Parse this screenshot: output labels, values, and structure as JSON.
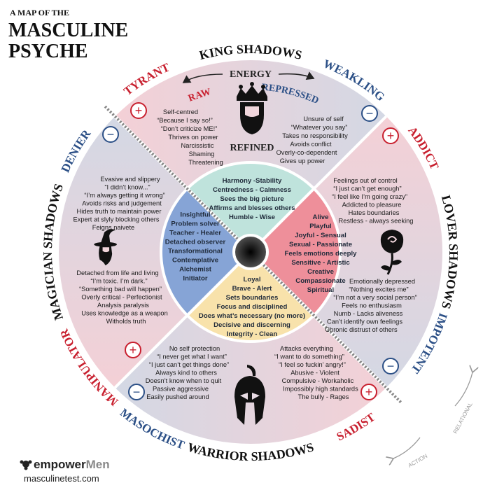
{
  "title": {
    "line1": "A MAP OF THE",
    "line2": "MASCULINE",
    "line3": "PSYCHE"
  },
  "colors": {
    "plus_red": "#c8202f",
    "minus_blue": "#2b4f86",
    "king_core": "#bfe3dc",
    "lover_core": "#ee8f9a",
    "warrior_core": "#f8e2ab",
    "magician_core": "#86a4d6",
    "pink": "#f3d2d8",
    "bluegray": "#d3d8e4"
  },
  "king": {
    "heading": "KING SHADOWS",
    "plus_label": "TYRANT",
    "minus_label": "WEAKLING",
    "energy": "ENERGY",
    "raw": "RAW",
    "repressed": "REPRESSED",
    "refined": "REFINED",
    "icon": "crowned-head-icon",
    "plus_items": [
      "Self-centred",
      "“Because I say so!”",
      "“Don’t criticize ME!”",
      "Thrives on power",
      "Narcissistic",
      "Shaming",
      "Threatening"
    ],
    "minus_items": [
      "Unsure of self",
      "“Whatever you say”",
      "Takes no responsibility",
      "Avoids conflict",
      "Overly-co-dependent",
      "Gives up power"
    ],
    "core_items": [
      "Harmony -Stability",
      "Centredness - Calmness",
      "Sees the big picture",
      "Affirms and blesses others",
      "Humble - Wise"
    ]
  },
  "lover": {
    "heading": "LOVER SHADOWS",
    "plus_label": "ADDICT",
    "minus_label": "IMPOTENT",
    "icon": "rose-icon",
    "plus_items": [
      "Feelings out of control",
      "“I just can’t get enough”",
      "“I feel like I’m going crazy”",
      "Addicted to pleasure",
      "Hates boundaries",
      "Restless - always seeking"
    ],
    "minus_items": [
      "Emotionally depressed",
      "“Nothing excites me”",
      "“I’m not a very social person”",
      "Feels no enthusiasm",
      "Numb - Lacks aliveness",
      "Can’t identify own feelings",
      "Chronic distrust of others"
    ],
    "core_items": [
      "Alive",
      "Playful",
      "Joyful - Sensual",
      "Sexual - Passionate",
      "Feels emotions deeply",
      "Sensitive - Artistic",
      "Creative",
      "Compassionate",
      "Spiritual"
    ]
  },
  "warrior": {
    "heading": "WARRIOR SHADOWS",
    "plus_label": "SADIST",
    "minus_label": "MASOCHIST",
    "icon": "spartan-helmet-icon",
    "plus_items": [
      "Attacks everything",
      "“I want to do something”",
      "“I feel so fuckin’ angry!”",
      "Abusive - Violent",
      "Compulsive - Workaholic",
      "Impossibly high standards",
      "The bully - Rages"
    ],
    "minus_items": [
      "No self protection",
      "“I never get what I want”",
      "“I just can’t get things done”",
      "Always kind to others",
      "Doesn’t know when to quit",
      "Passive aggressive",
      "Easily pushed around"
    ],
    "core_items": [
      "Loyal",
      "Brave - Alert",
      "Sets boundaries",
      "Focus and disciplined",
      "Does what’s necessary (no more)",
      "Decisive and discerning",
      "Integrity - Clean"
    ]
  },
  "magician": {
    "heading": "MAGICIAN SHADOWS",
    "plus_label": "MANIPULATOR",
    "minus_label": "DENIER",
    "icon": "wizard-icon",
    "minus_items": [
      "Evasive and slippery",
      "“I didn’t know...”",
      "“I’m always getting it wrong”",
      "Avoids risks and judgement",
      "Hides truth to maintain power",
      "Expert at slyly blocking others",
      "Feigns naivete"
    ],
    "plus_items": [
      "Detached from life and living",
      "“I’m toxic. I’m dark.”",
      "“Something bad will happen”",
      "Overly critical - Perfectionist",
      "Analysis paralysis",
      "Uses knowledge as a weapon",
      "Witholds truth"
    ],
    "core_items": [
      "Insightful",
      "Problem solver",
      "Teacher - Healer",
      "Detached observer",
      "Transformational",
      "Contemplative",
      "Alchemist",
      "Initiator"
    ]
  },
  "symbols": {
    "plus": "+",
    "minus": "−"
  },
  "axes": {
    "action": "ACTION",
    "relational": "RELATIONAL"
  },
  "logo": {
    "brand_a": "empower",
    "brand_b": "Men",
    "url": "masculinetest.com"
  }
}
